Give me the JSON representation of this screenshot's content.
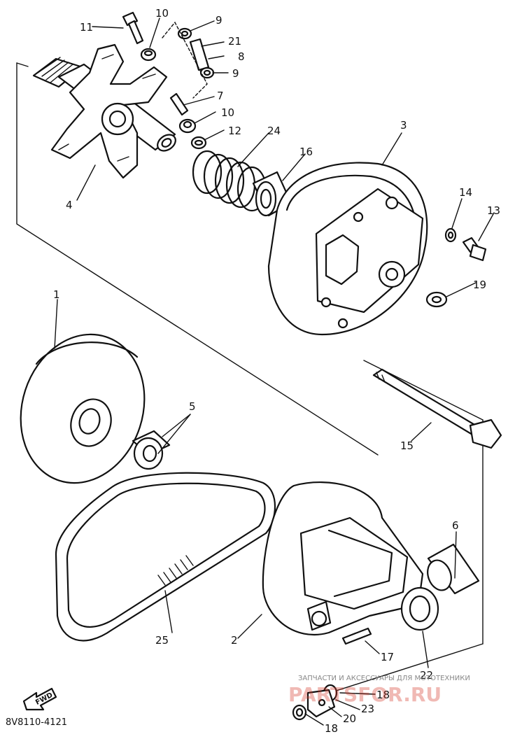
{
  "drawing_code": "8V8110-4121",
  "direction_arrow_text": "FWD",
  "watermark": {
    "caption": "ЗАПЧАСТИ И АКСЕССУАРЫ ДЛЯ МОТОТЕХНИКИ",
    "logo": "PARTSFOR.RU"
  },
  "part_labels": [
    "1",
    "2",
    "3",
    "4",
    "5",
    "6",
    "7",
    "8",
    "9",
    "9",
    "10",
    "10",
    "11",
    "12",
    "13",
    "14",
    "15",
    "16",
    "17",
    "18",
    "18",
    "19",
    "20",
    "21",
    "22",
    "23",
    "24",
    "25"
  ]
}
